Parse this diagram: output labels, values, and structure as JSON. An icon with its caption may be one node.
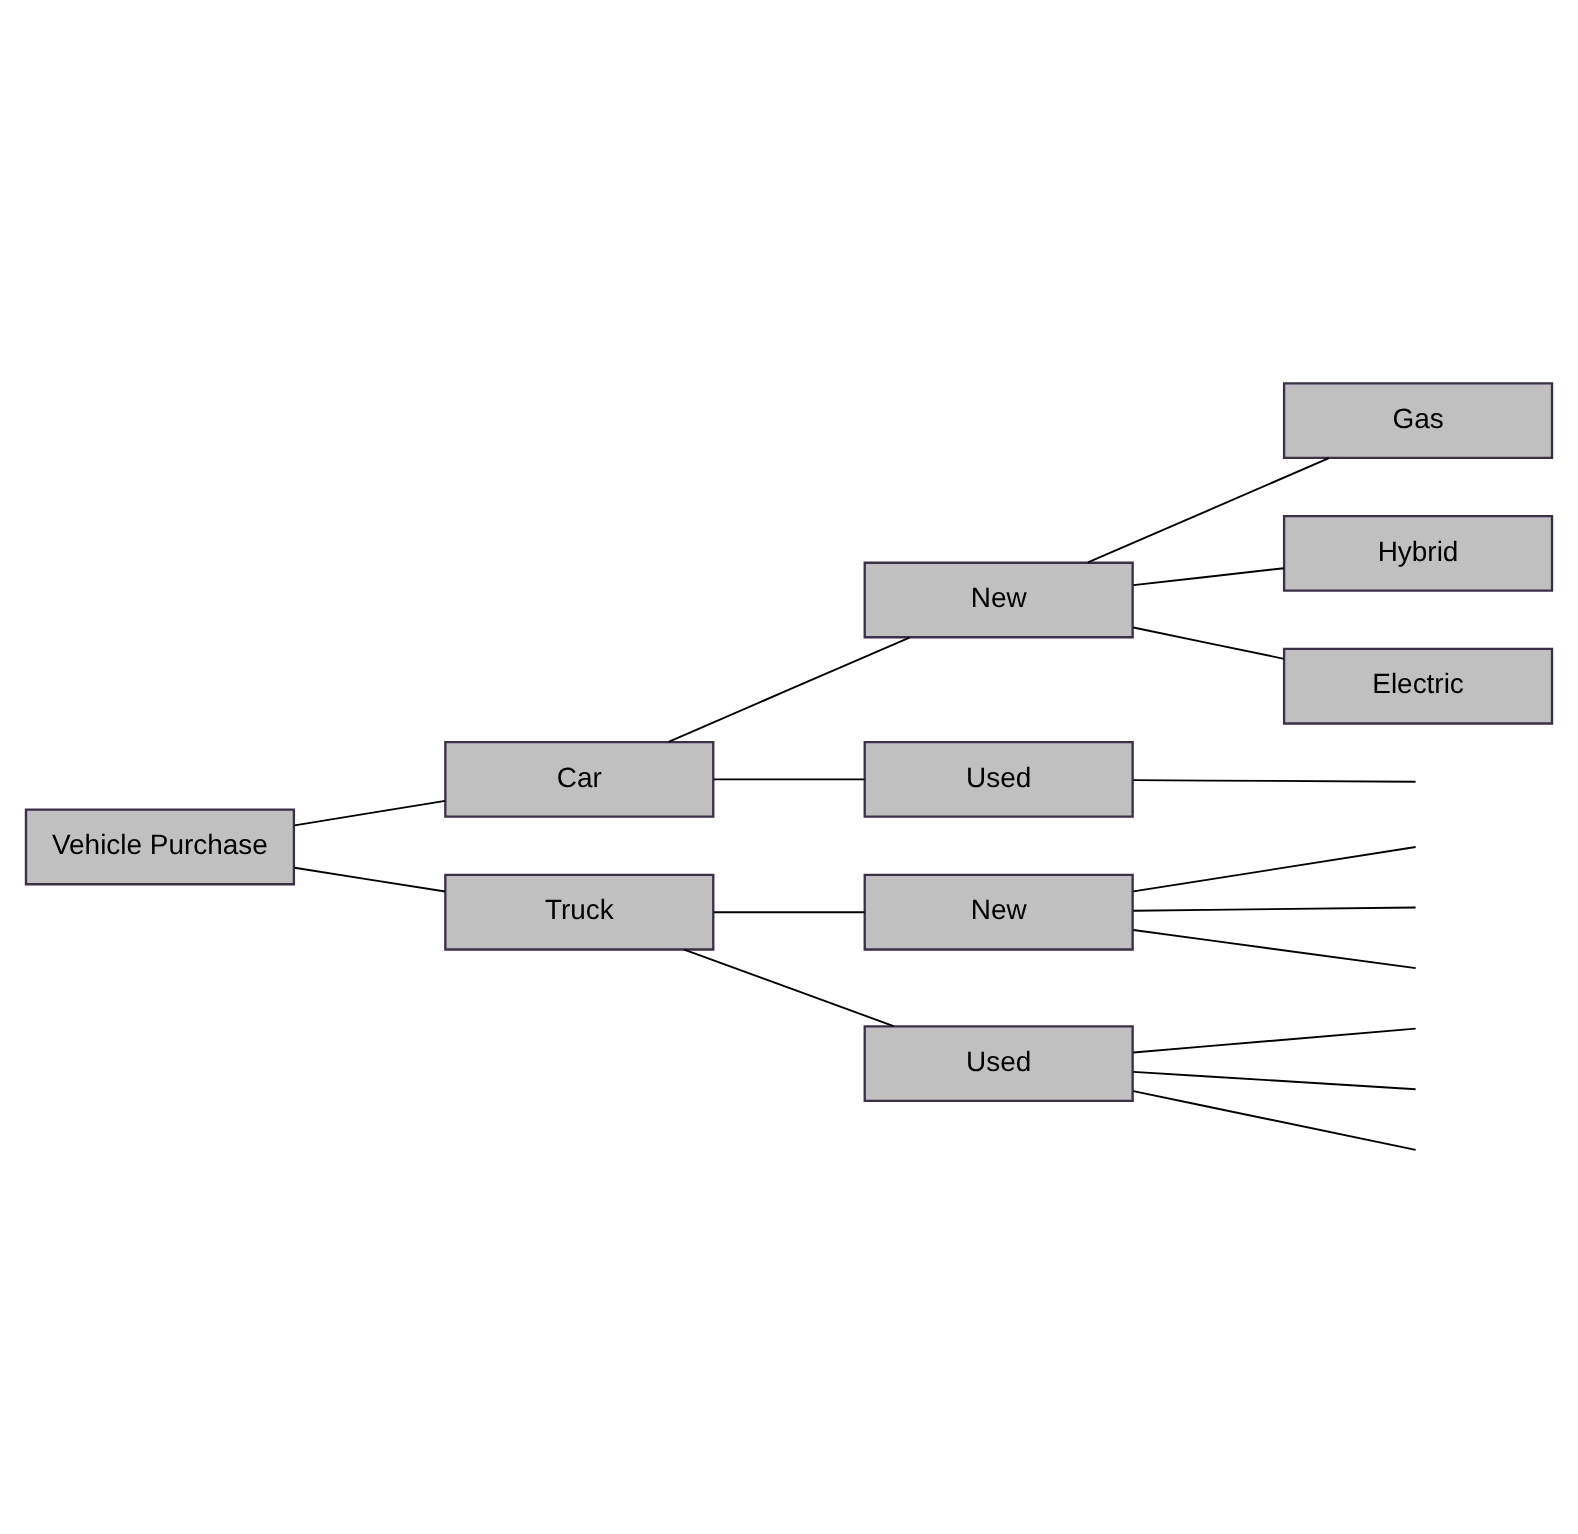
{
  "diagram": {
    "nodes": [
      {
        "text": [
          "Vehicle Purchase"
        ]
      },
      {
        "text": [
          "Car"
        ]
      },
      {
        "text": [
          "New"
        ]
      },
      {
        "text": [
          "Gas"
        ]
      },
      {
        "text": [
          "Hybrid"
        ]
      },
      {
        "text": [
          "Electric"
        ]
      },
      {
        "text": [
          "Used"
        ]
      },
      {
        "text": [
          "Truck"
        ]
      },
      {
        "text": [
          "New"
        ]
      },
      {
        "text": [
          "Used"
        ]
      }
    ],
    "edges": [
      {
        "from": 0,
        "to": 1,
        "arrow": "none"
      },
      {
        "from": 1,
        "to": 2,
        "arrow": "none"
      },
      {
        "from": 2,
        "to": 3,
        "arrow": "none"
      },
      {
        "from": 2,
        "to": 4,
        "arrow": "none"
      },
      {
        "from": 2,
        "to": 5,
        "arrow": "none"
      },
      {
        "from": 1,
        "to": 6,
        "arrow": "none"
      },
      {
        "from": 6,
        "to": null,
        "arrow": "none"
      },
      {
        "from": 0,
        "to": 7,
        "arrow": "none"
      },
      {
        "from": 7,
        "to": 8,
        "arrow": "none"
      },
      {
        "from": 8,
        "to": null,
        "arrow": "none"
      },
      {
        "from": 8,
        "to": null,
        "arrow": "none"
      },
      {
        "from": 8,
        "to": null,
        "arrow": "none"
      },
      {
        "from": 7,
        "to": 9,
        "arrow": "none"
      },
      {
        "from": 9,
        "to": null,
        "arrow": "none"
      },
      {
        "from": 9,
        "to": null,
        "arrow": "none"
      },
      {
        "from": 9,
        "to": null,
        "arrow": "none"
      }
    ]
  }
}
